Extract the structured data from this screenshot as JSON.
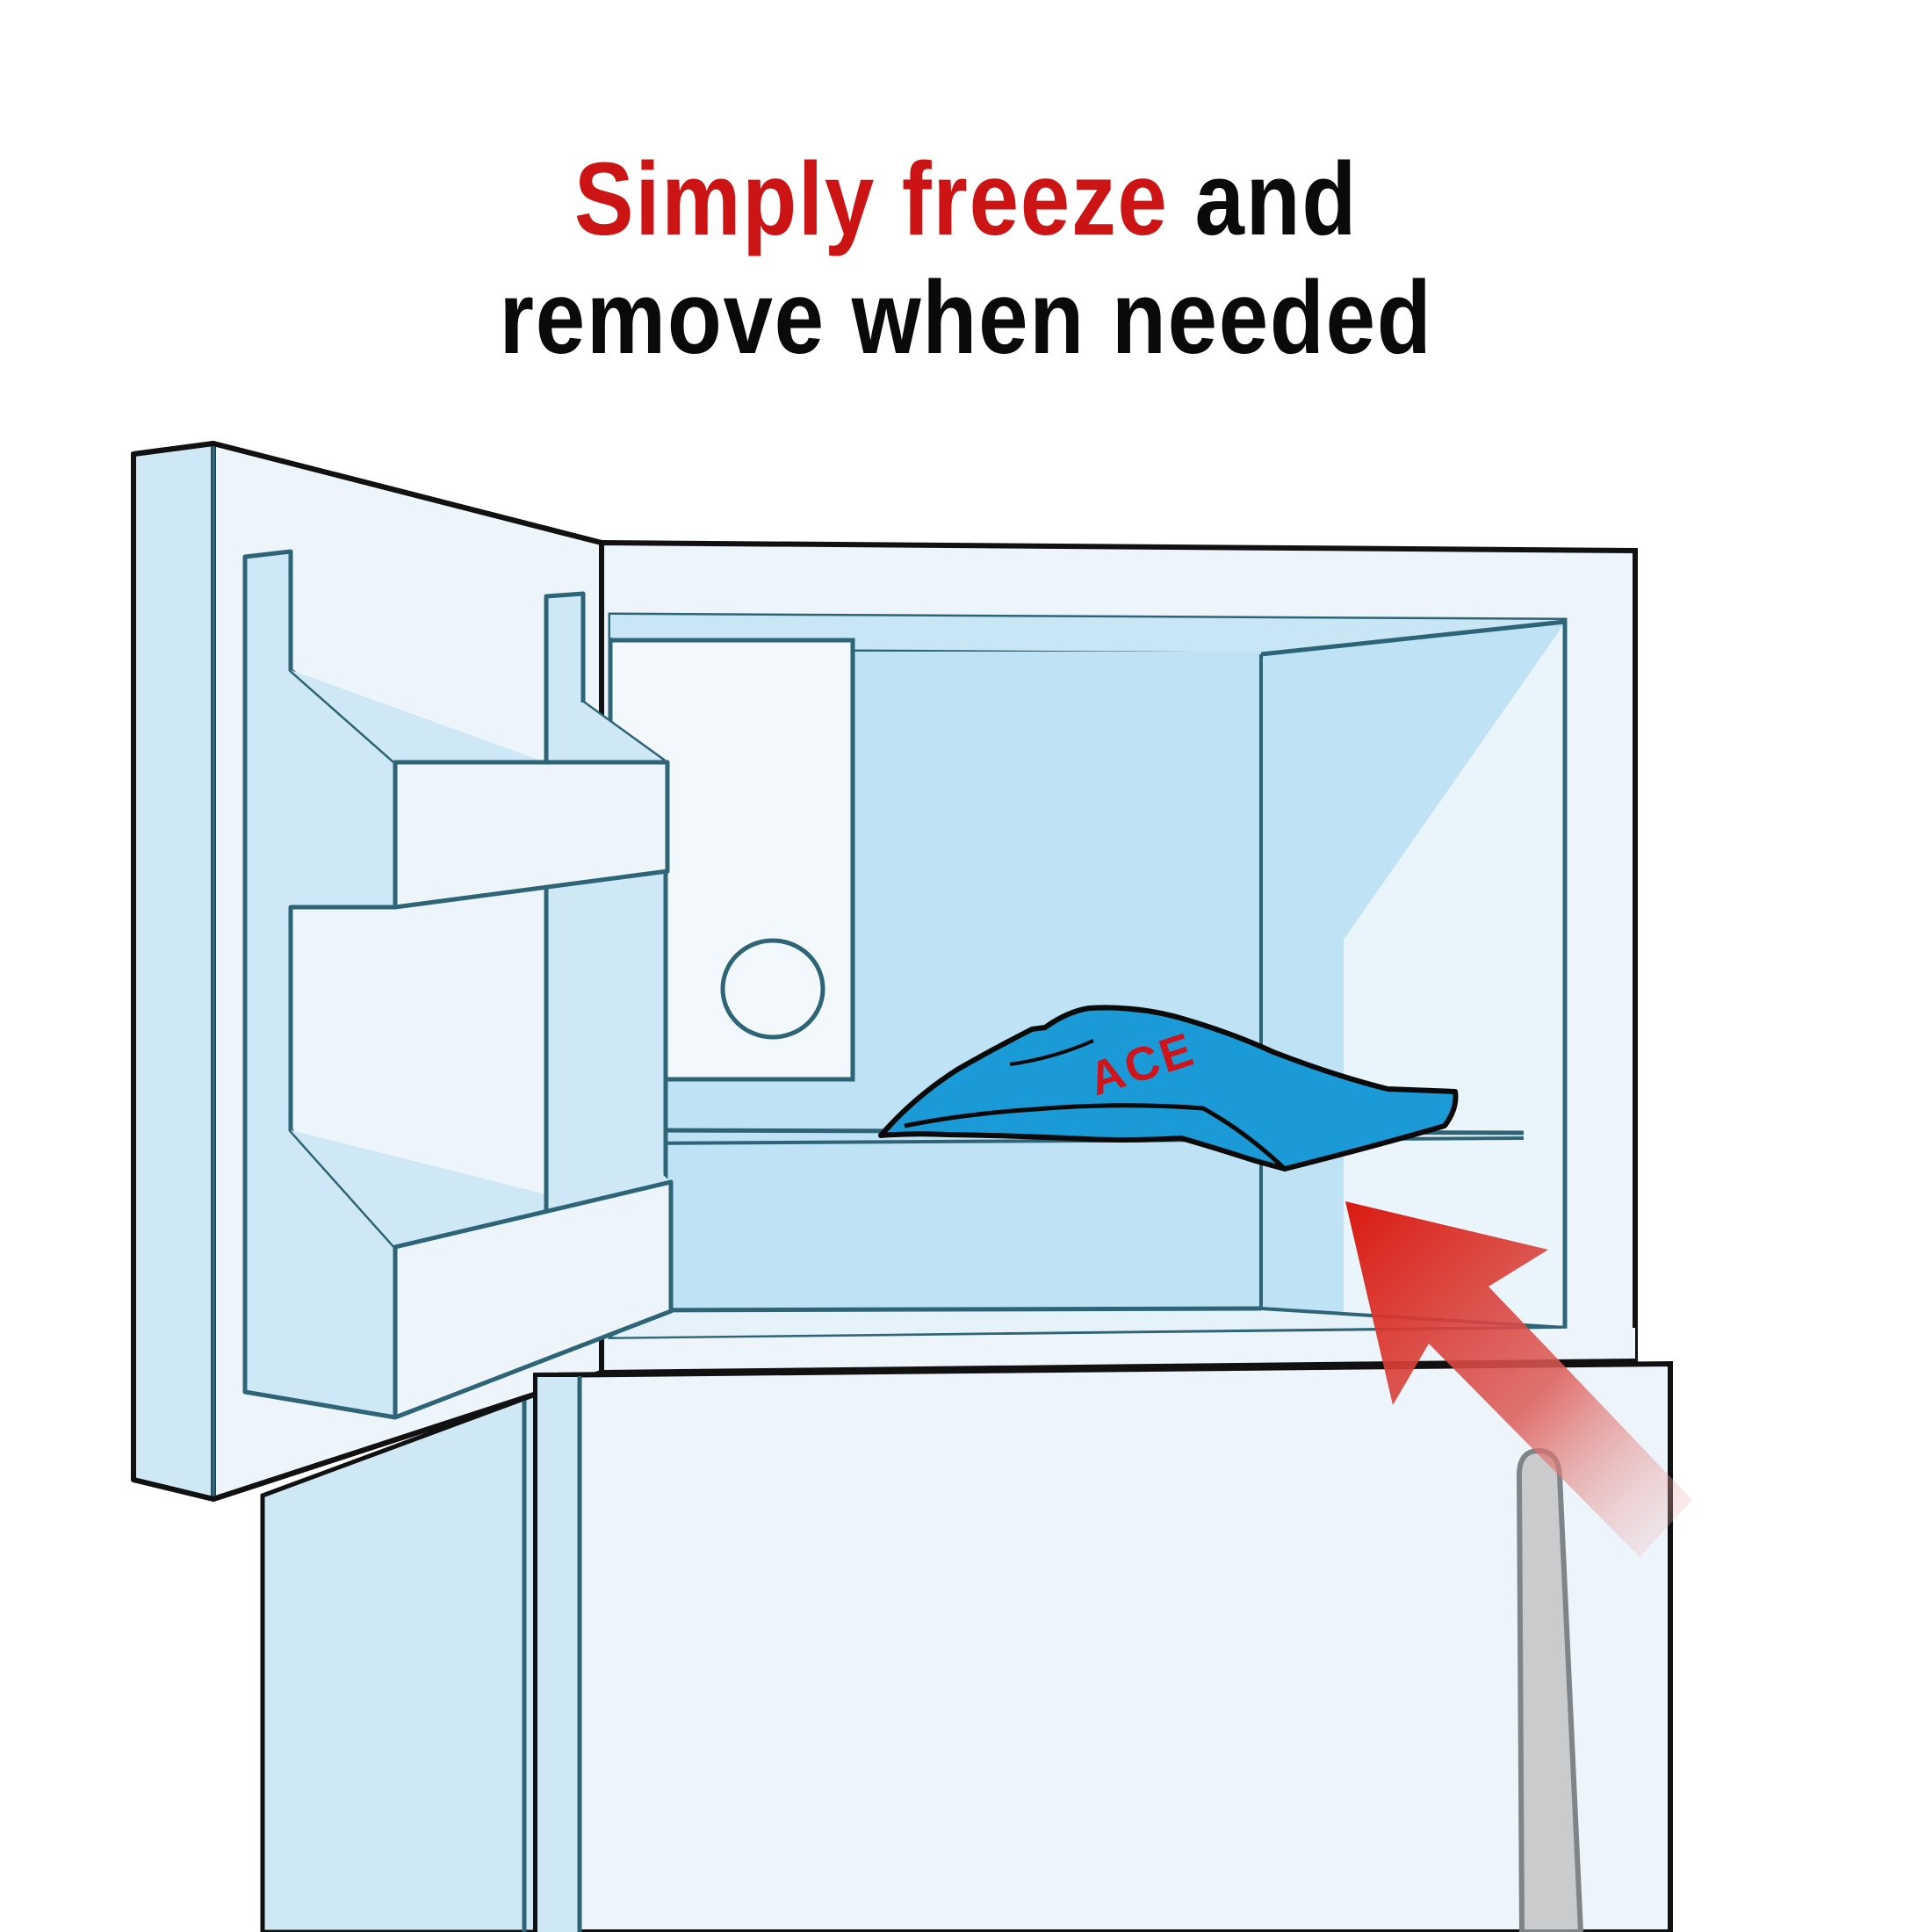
{
  "headline": {
    "line1_highlight": "Simply freeze",
    "line1_rest": " and",
    "line2": "remove when needed"
  },
  "product": {
    "brand_label": "ACE"
  },
  "colors": {
    "highlight_red": "#cc1414",
    "text_black": "#0a0a0a",
    "outline_black": "#111111",
    "outline_teal": "#2d6478",
    "fridge_light": "#edf5fb",
    "fridge_mid": "#cfe8f6",
    "fridge_inner": "#bfe3f4",
    "pack_blue": "#1a9ad6",
    "arrow_red": "#d91a10",
    "handle_grey": "#c9cbcd"
  },
  "icons": {
    "arrow": "arrow-up-left-icon",
    "ice_pack": "ice-pack-icon",
    "freezer": "fridge-icon"
  }
}
